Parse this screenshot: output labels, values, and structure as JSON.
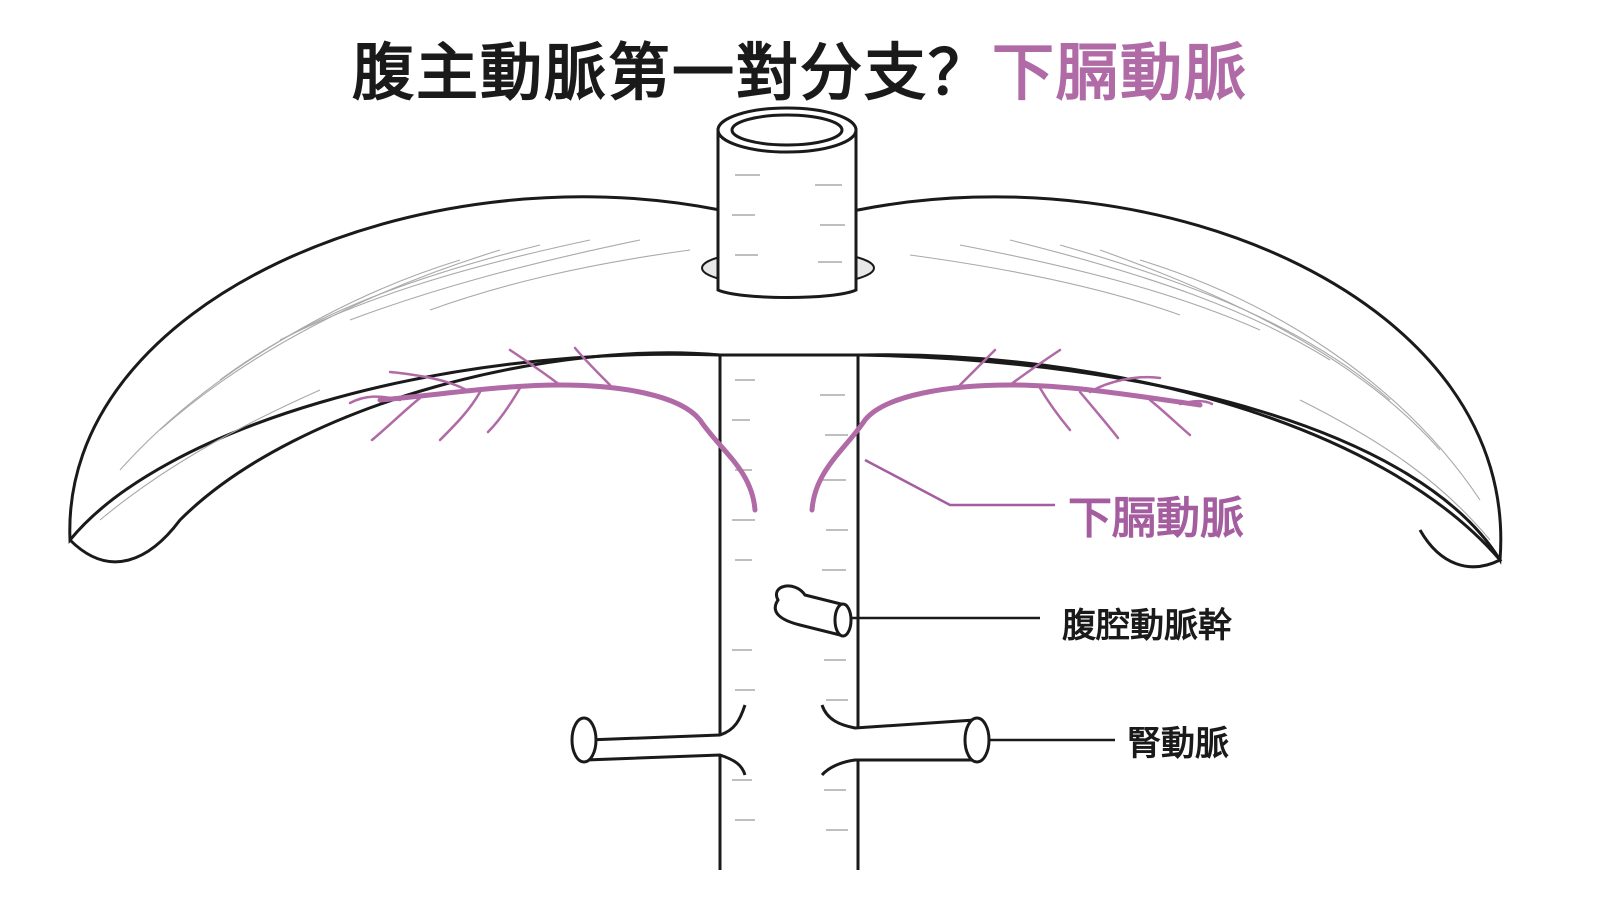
{
  "title": {
    "main": "腹主動脈第一對分支？",
    "highlight": "下膈動脈"
  },
  "labels": {
    "inferior_phrenic": "下膈動脈",
    "celiac_trunk": "腹腔動脈幹",
    "renal": "腎動脈"
  },
  "colors": {
    "highlight": "#b06aa6",
    "artery_purple": "#a45d9e",
    "ink": "#1a1a1a"
  }
}
